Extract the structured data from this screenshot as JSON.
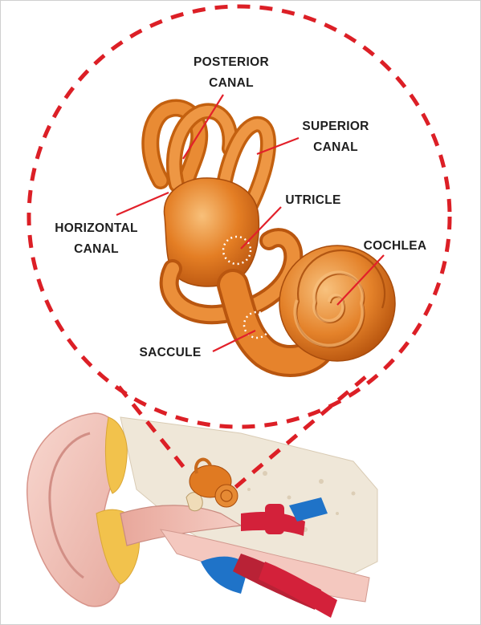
{
  "labels": {
    "posterior_canal": [
      "POSTERIOR",
      "CANAL"
    ],
    "superior_canal": [
      "SUPERIOR",
      "CANAL"
    ],
    "utricle": "UTRICLE",
    "horizontal_canal": [
      "HORIZONTAL",
      "CANAL"
    ],
    "cochlea": "COCHLEA",
    "saccule": "SACCULE"
  },
  "colors": {
    "dashed_outline": "#dc1f26",
    "leader_line": "#e2202a",
    "labyrinth": "#e07a22",
    "labyrinth_light": "#f6b670",
    "labyrinth_dark": "#b95510",
    "skin": "#f3c6bd",
    "bone": "#efe6d6",
    "fat": "#f2c24c",
    "artery": "#d3213a",
    "vein": "#1f73c8"
  },
  "icons": {
    "zoom_callout": "dashed-circle-icon",
    "labyrinth": "inner-ear-labyrinth-icon",
    "outer_ear": "ear-cross-section-icon"
  }
}
